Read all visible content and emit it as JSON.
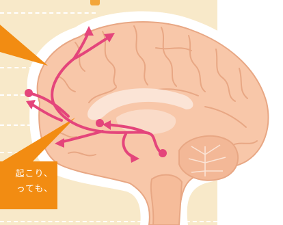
{
  "callout": {
    "line1": "起こり、",
    "line2": "っても、"
  },
  "colors": {
    "panel_bg": "#f8e9c9",
    "brain_fill": "#f8c7a9",
    "brain_stroke": "#e8a784",
    "cerebellum_fill": "#f3b897",
    "corpus_callosum": "#fbe4d6",
    "pathway": "#e4457b",
    "callout_orange": "#f28c12"
  },
  "icons": {
    "pathway_arrow": "arrow-head",
    "pathway_node": "dot"
  }
}
